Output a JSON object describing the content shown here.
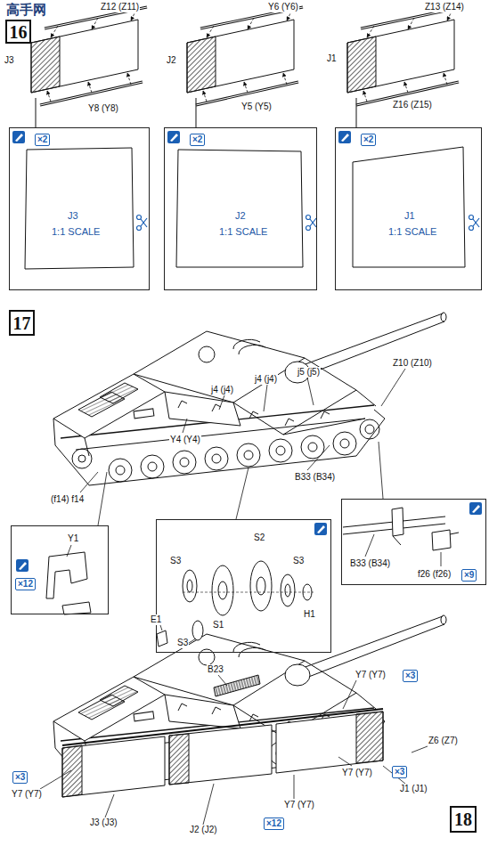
{
  "diagram": {
    "nodes": [
      {
        "text": [
          "16"
        ]
      },
      {
        "text": [
          "×2",
          "J3",
          "1:1 SCALE"
        ]
      },
      {
        "text": [
          "×2",
          "J2",
          "1:1 SCALE"
        ]
      },
      {
        "text": [
          "×2",
          "J1",
          "1:1 SCALE"
        ]
      },
      {
        "text": [
          "17"
        ]
      },
      {
        "text": [
          "×12",
          "Y1"
        ]
      },
      {
        "text": [
          "S3",
          "S2",
          "S1",
          "S3",
          "H1"
        ]
      },
      {
        "text": [
          "B33 (B34)",
          "f26 (f26)",
          "×9"
        ]
      },
      {
        "text": [
          "18"
        ]
      }
    ],
    "labels": [
      "高手网",
      "Z12 (Z11)",
      "Y6 (Y6)",
      "Z13 (Z14)",
      "J3",
      "J2",
      "J1",
      "Y8 (Y8)",
      "Y5 (Y5)",
      "Z16 (Z15)",
      "Z10 (Z10)",
      "j4 (j4)",
      "j4 (j4)",
      "j5 (j5)",
      "Y4 (Y4)",
      "B33 (B34)",
      "(f14) f14",
      "E1",
      "S3",
      "B23",
      "Y7 (Y7)",
      "×3",
      "Z6 (Z7)",
      "J1 (J1)",
      "Y7 (Y7)",
      "×3",
      "×3",
      "Y7 (Y7)",
      "J3 (J3)",
      "J2 (J2)",
      "Y7 (Y7)",
      "×12"
    ]
  }
}
